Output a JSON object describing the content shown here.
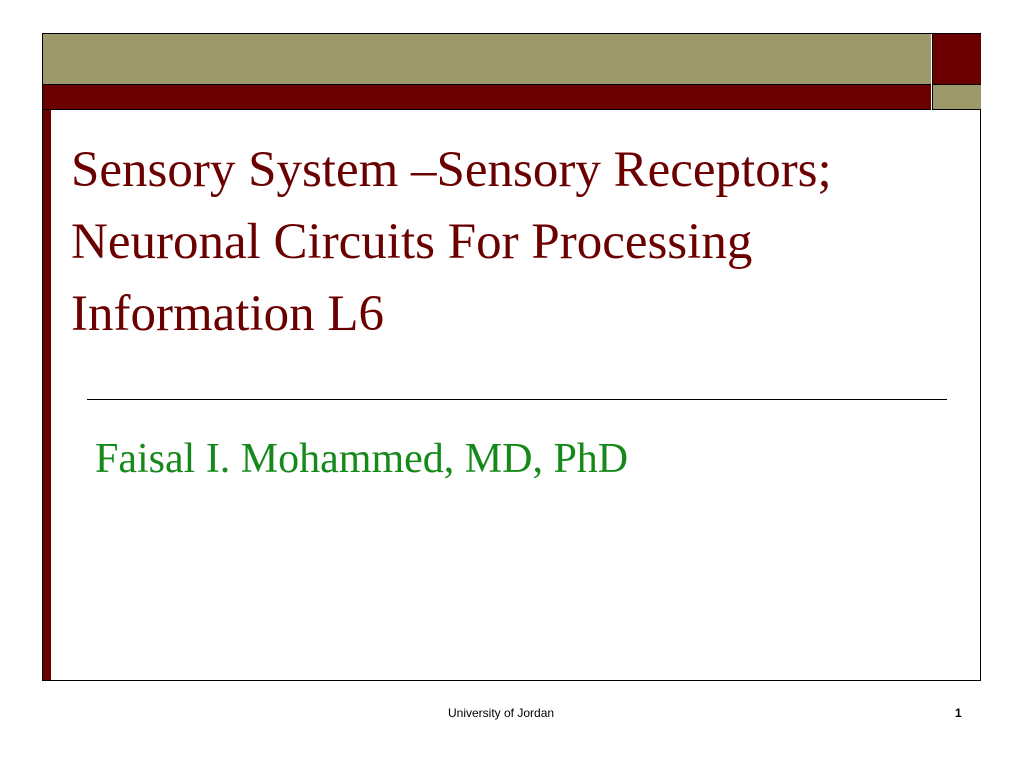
{
  "slide": {
    "title": "Sensory System –Sensory Receptors; Neuronal Circuits For Processing Information L6",
    "subtitle": "Faisal I. Mohammed, MD, PhD"
  },
  "footer": {
    "text": "University of Jordan",
    "page_number": "1"
  },
  "colors": {
    "maroon": "#6b0000",
    "olive": "#9c9a6b",
    "subtitle_green": "#158a1a"
  }
}
